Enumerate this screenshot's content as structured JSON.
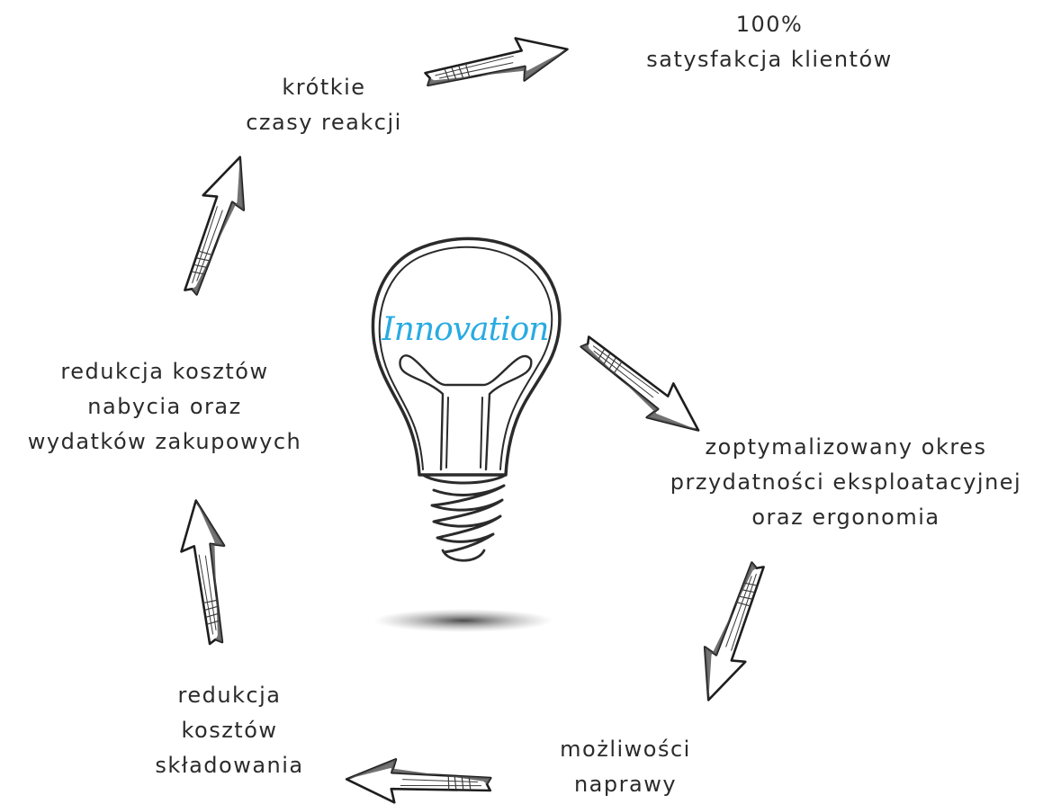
{
  "accent_color": "#29abe2",
  "ink_color": "#2b2b2b",
  "center": {
    "word": "Innovation"
  },
  "steps": [
    {
      "lines": [
        "100%",
        "satysfakcja klientów"
      ]
    },
    {
      "lines": [
        "zoptymalizowany okres",
        "przydatności eksploatacyjnej",
        "oraz ergonomia"
      ]
    },
    {
      "lines": [
        "możliwości",
        "naprawy"
      ]
    },
    {
      "lines": [
        "redukcja",
        "kosztów",
        "składowania"
      ]
    },
    {
      "lines": [
        "redukcja kosztów",
        "nabycia oraz",
        "wydatków zakupowych"
      ]
    },
    {
      "lines": [
        "krótkie",
        "czasy reakcji"
      ]
    }
  ]
}
